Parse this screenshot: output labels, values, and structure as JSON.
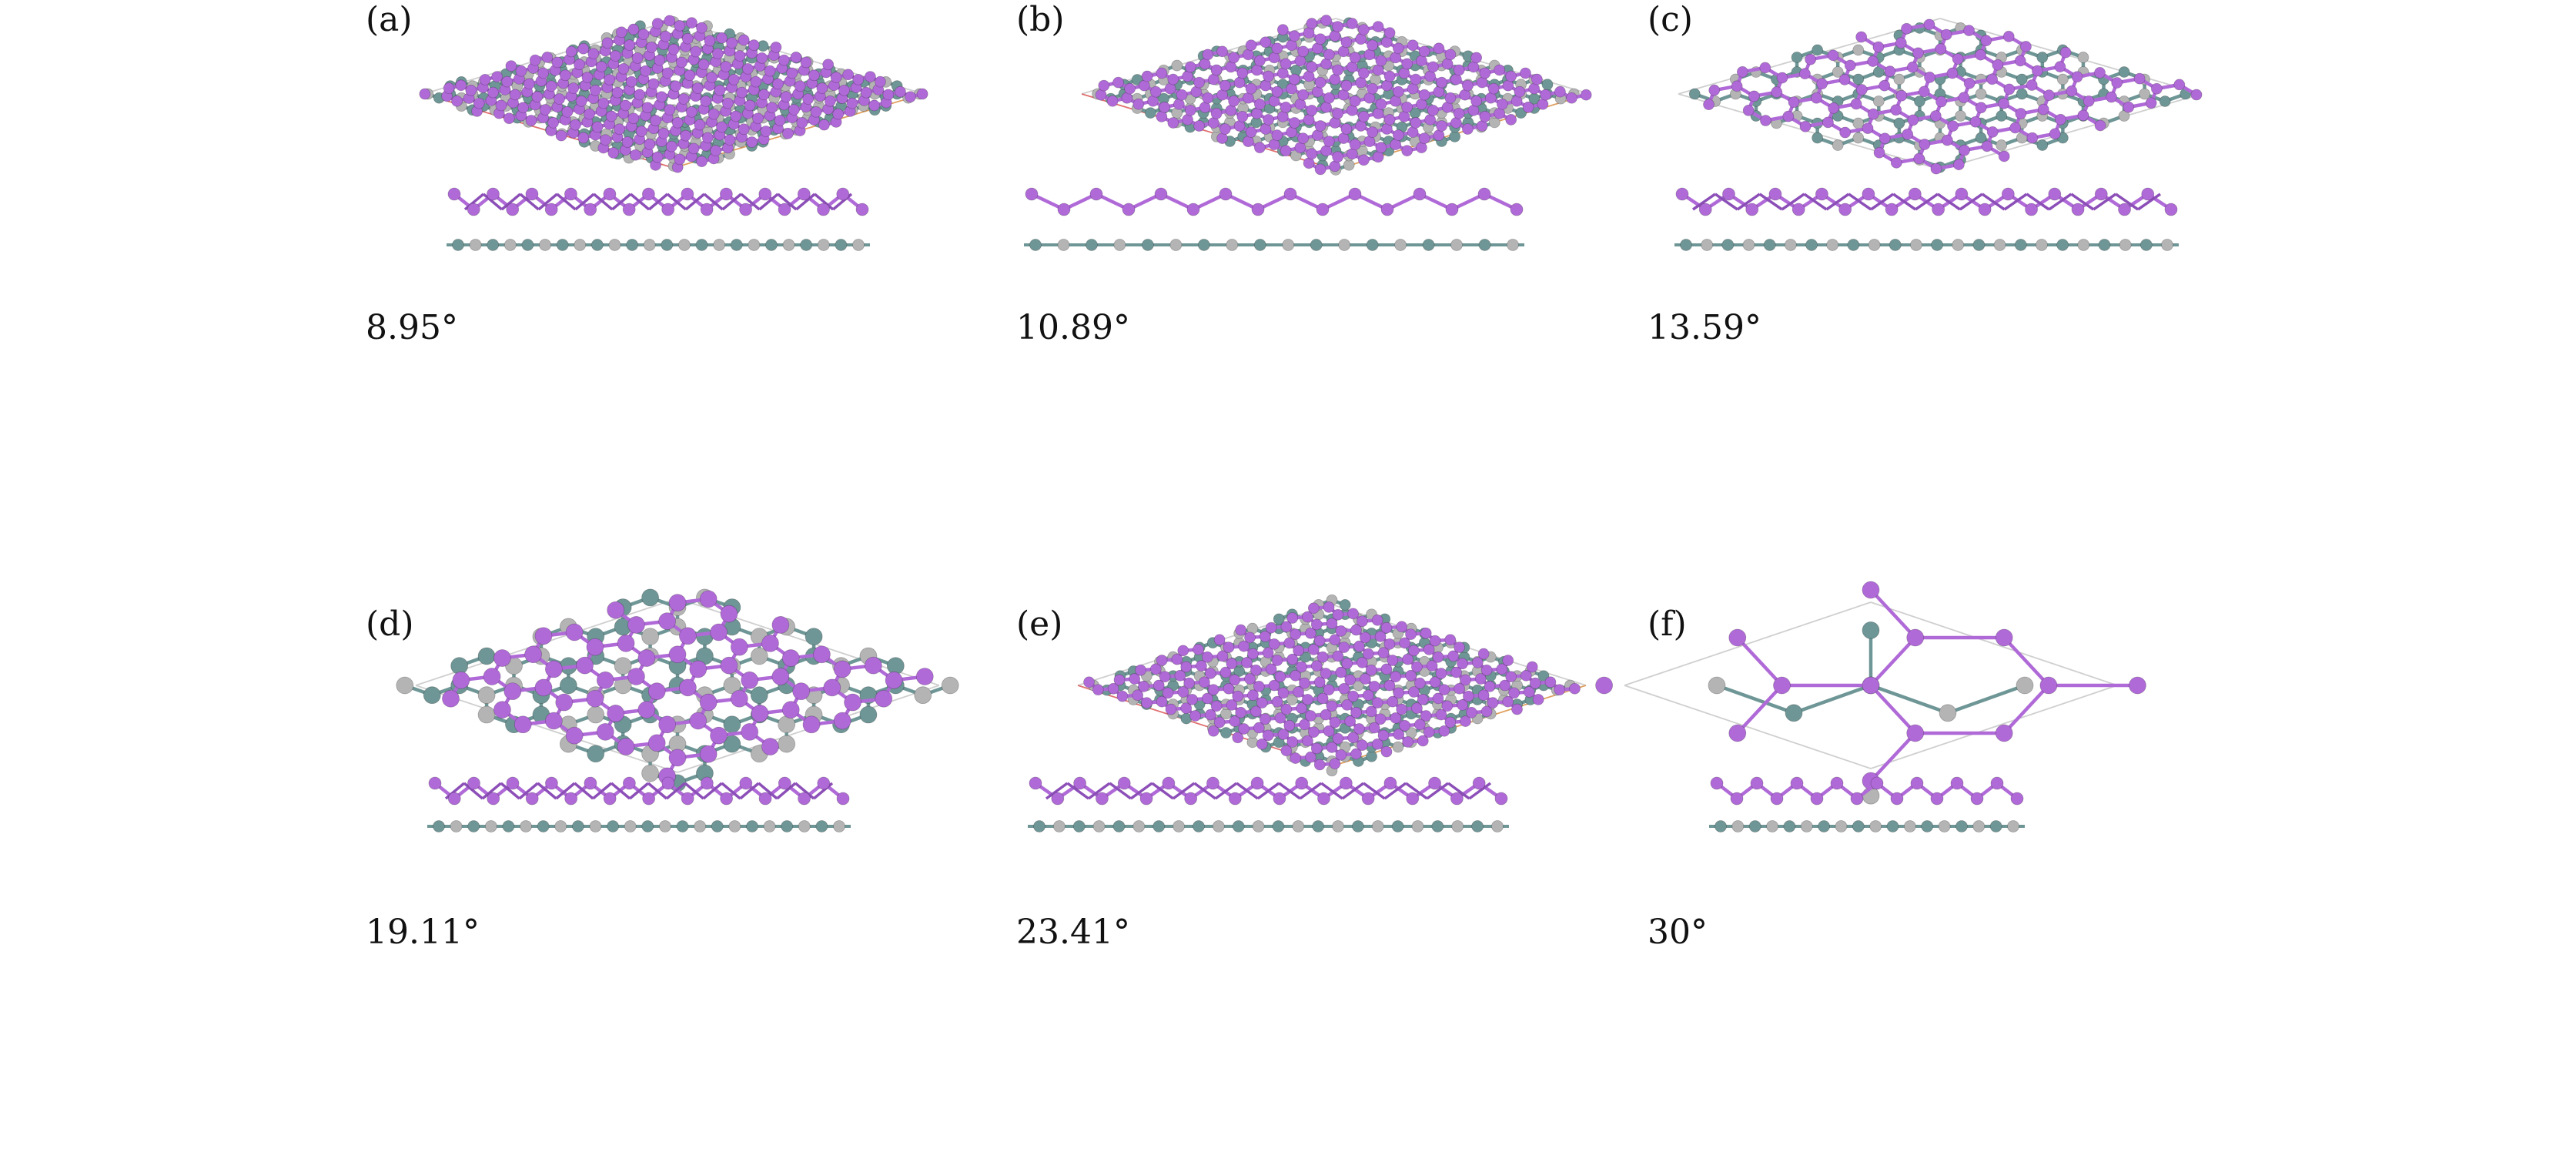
{
  "figure": {
    "panels": [
      {
        "id": "a",
        "label": "(a)",
        "angle": "8.95°",
        "cells": 7,
        "topDense": true,
        "phase": 0.0,
        "vis": 0
      },
      {
        "id": "b",
        "label": "(b)",
        "angle": "10.89°",
        "cells": 6,
        "topDense": false,
        "phase": 0.3,
        "vis": 0
      },
      {
        "id": "c",
        "label": "(c)",
        "angle": "13.59°",
        "cells": 4,
        "topDense": true,
        "phase": 0.6,
        "vis": 1
      },
      {
        "id": "d",
        "label": "(d)",
        "angle": "19.11°",
        "cells": 3,
        "topDense": true,
        "phase": 0.2,
        "vis": 2
      },
      {
        "id": "e",
        "label": "(e)",
        "angle": "23.41°",
        "cells": 6,
        "topDense": true,
        "phase": 0.5,
        "vis": 0
      },
      {
        "id": "f",
        "label": "(f)",
        "angle": "30°",
        "cells": 1,
        "topDense": false,
        "phase": 0.0,
        "vis": 3
      }
    ],
    "colors": {
      "purple": "#b06ad8",
      "purpleDark": "#8c4fb8",
      "teal": "#6f9696",
      "gray": "#b4b4b4",
      "cell": "#cfcfcf",
      "cellRed": "#e07070",
      "cellOrange": "#e0a060"
    }
  }
}
